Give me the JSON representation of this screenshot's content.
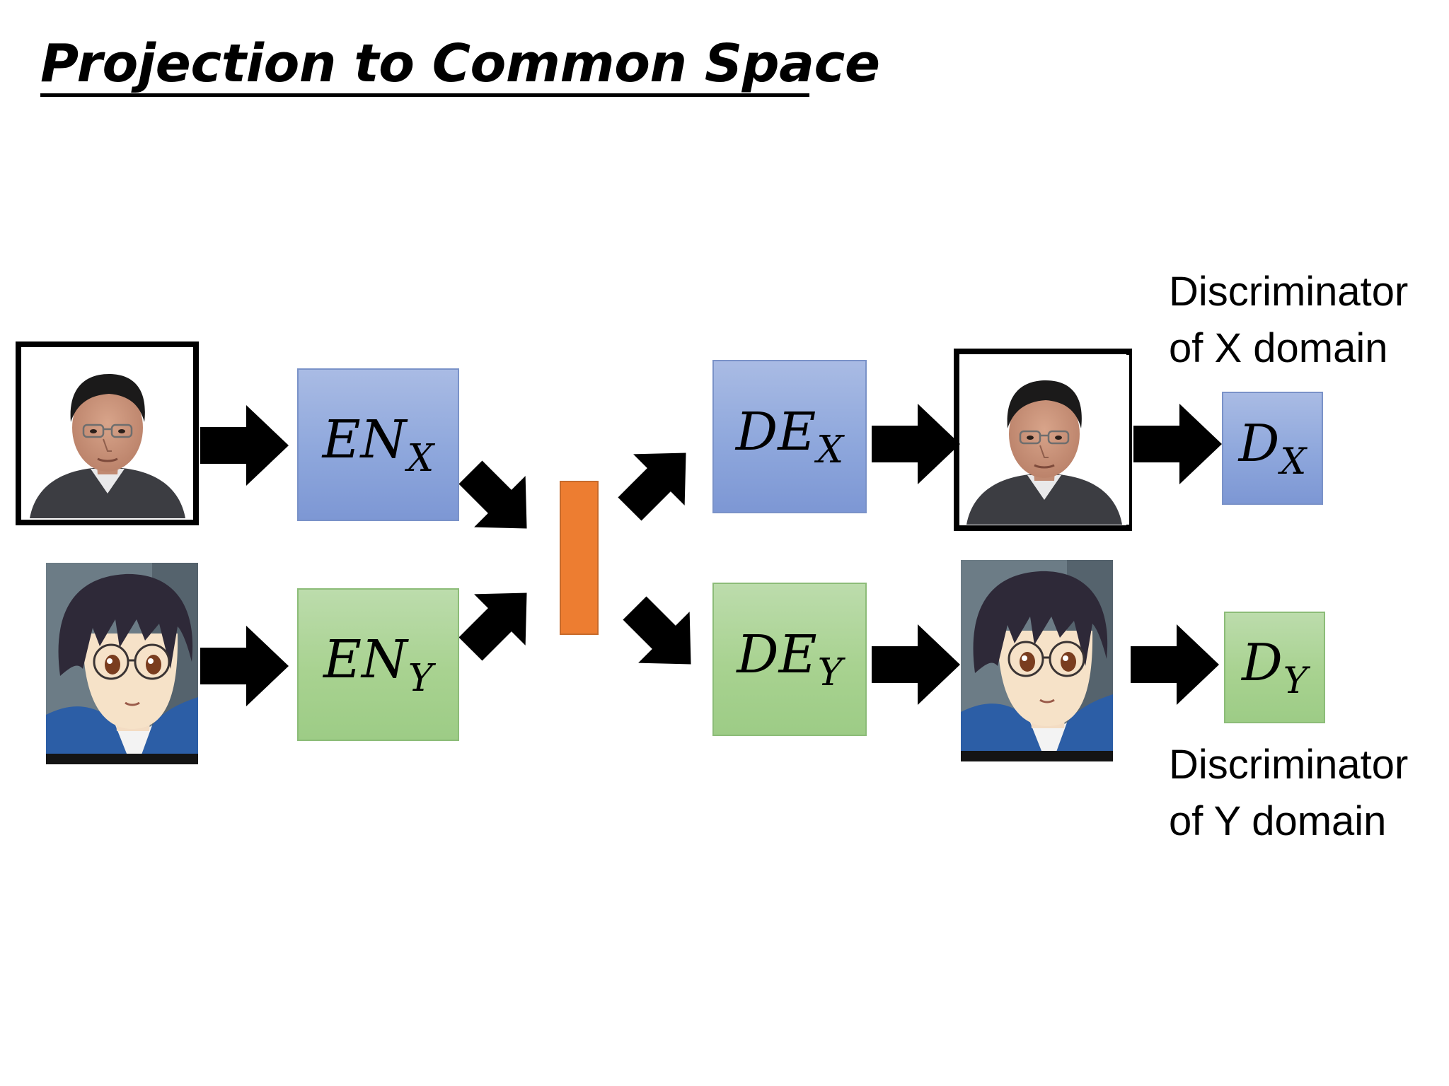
{
  "title": "Projection to Common Space",
  "encoders": [
    {
      "base": "EN",
      "sub": "X"
    },
    {
      "base": "EN",
      "sub": "Y"
    }
  ],
  "decoders": [
    {
      "base": "DE",
      "sub": "X"
    },
    {
      "base": "DE",
      "sub": "Y"
    }
  ],
  "discriminators": [
    {
      "base": "D",
      "sub": "X",
      "caption_line1": "Discriminator",
      "caption_line2": "of X domain"
    },
    {
      "base": "D",
      "sub": "Y",
      "caption_line1": "Discriminator",
      "caption_line2": "of Y domain"
    }
  ],
  "colors": {
    "domain_x": "#8ea7dc",
    "domain_y": "#a8d290",
    "latent": "#ed7d31",
    "arrow": "#000000"
  },
  "icons": {
    "input_x": "real-face-photo-icon",
    "input_y": "anime-face-icon",
    "output_x": "reconstructed-real-face-icon",
    "output_y": "reconstructed-anime-face-icon"
  }
}
